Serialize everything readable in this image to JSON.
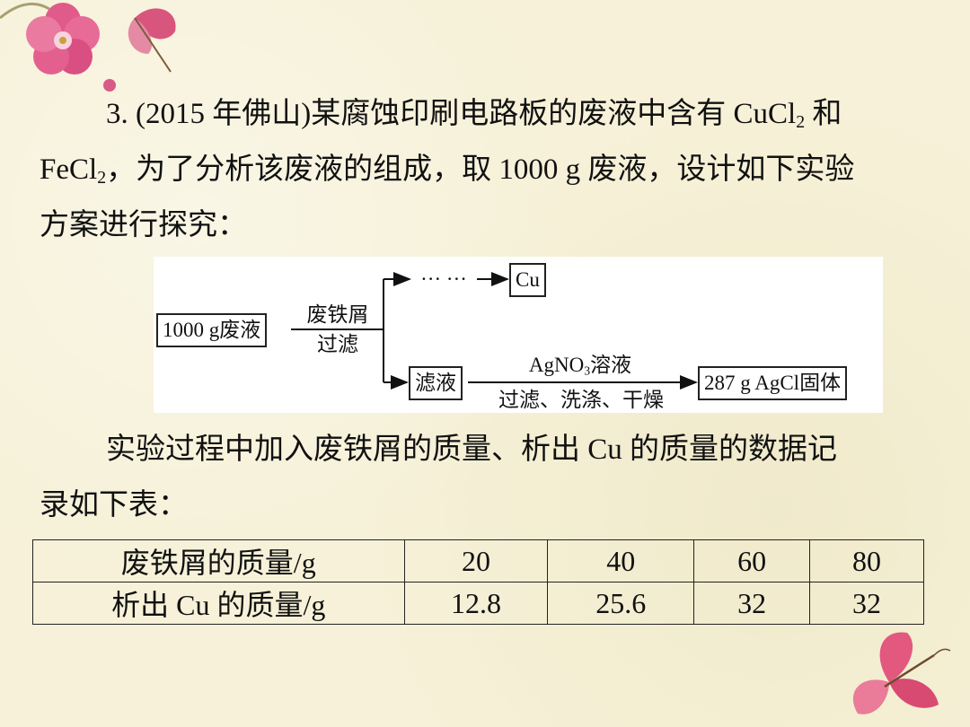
{
  "question": {
    "number": "3.",
    "source": "(2015 年佛山)",
    "line1_text": "某腐蚀印刷电路板的废液中含有 CuCl",
    "line1_sub": "2",
    "line1_end": " 和",
    "line2_start": "FeCl",
    "line2_sub": "2",
    "line2_text": "，为了分析该废液的组成，取 1000 g 废液，设计如下实验",
    "line3_text": "方案进行探究："
  },
  "flow": {
    "start_box": "1000 g废液",
    "step1_top": "废铁屑",
    "step1_bottom": "过滤",
    "dots": "… …",
    "cu_box": "Cu",
    "filtrate_box": "滤液",
    "reagent_prefix": "AgNO",
    "reagent_sub": "3",
    "reagent_suffix": "溶液",
    "step2_bottom": "过滤、洗涤、干燥",
    "end_box": "287 g AgCl固体"
  },
  "middle_text": {
    "line1": "实验过程中加入废铁屑的质量、析出 Cu 的质量的数据记",
    "line2": "录如下表："
  },
  "table": {
    "rows": [
      {
        "label": "废铁屑的质量/g",
        "values": [
          "20",
          "40",
          "60",
          "80"
        ]
      },
      {
        "label": "析出 Cu 的质量/g",
        "values": [
          "12.8",
          "25.6",
          "32",
          "32"
        ]
      }
    ]
  }
}
